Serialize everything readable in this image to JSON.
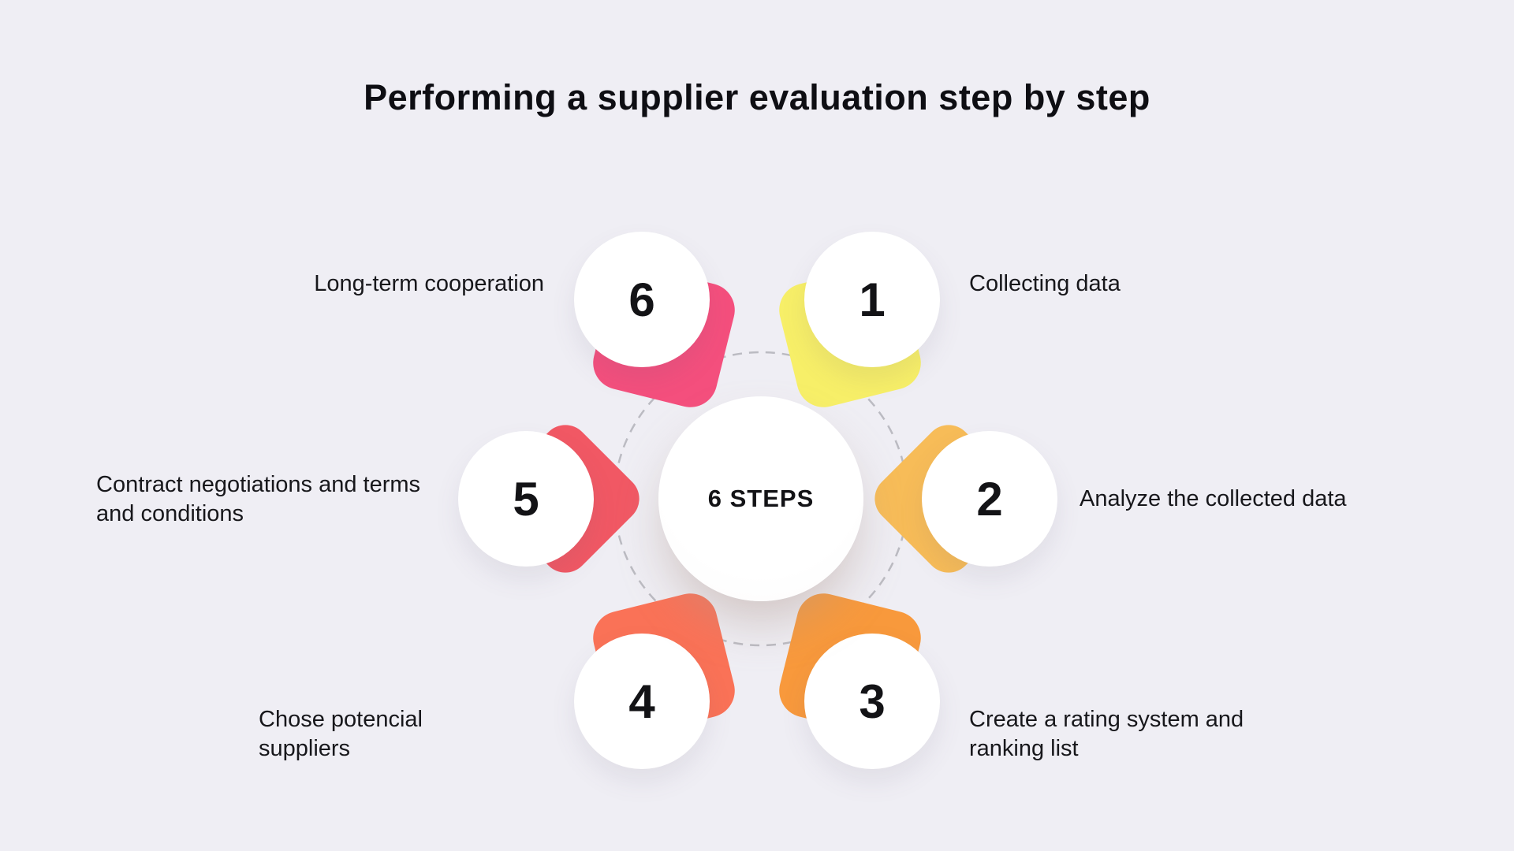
{
  "title": "Performing a supplier evaluation step by step",
  "center": {
    "label": "6 STEPS"
  },
  "colors": {
    "background": "#EFEEF4",
    "dashed_ring": "#BBBBC2",
    "text": "#17171B"
  },
  "steps": [
    {
      "number": "1",
      "label": "Collecting data",
      "color": "#F7EF68"
    },
    {
      "number": "2",
      "label": "Analyze the collected data",
      "color": "#F7BC58"
    },
    {
      "number": "3",
      "label": "Create a rating system and ranking list",
      "color": "#F8993C"
    },
    {
      "number": "4",
      "label": "Chose potencial suppliers",
      "color": "#FA7257"
    },
    {
      "number": "5",
      "label": "Contract negotiations and terms and conditions",
      "color": "#F15864"
    },
    {
      "number": "6",
      "label": "Long-term cooperation",
      "color": "#F44F7D"
    }
  ]
}
